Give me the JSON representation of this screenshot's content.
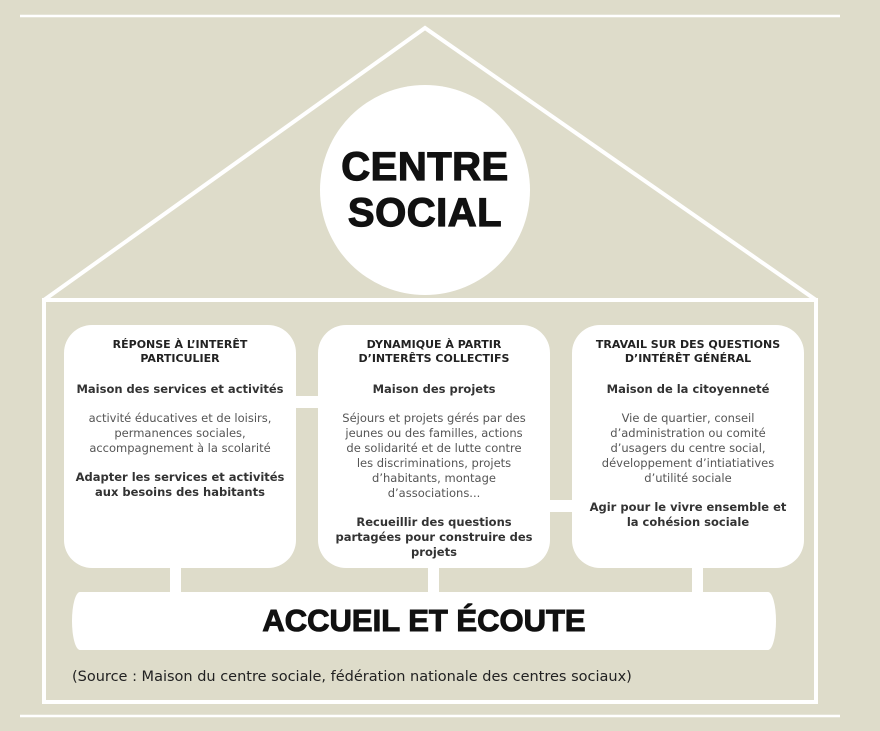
{
  "title": [
    "CENTRE",
    "SOCIAL"
  ],
  "boxes": [
    {
      "title": [
        "RÉPONSE À L’INTERÊT",
        "PARTICULIER"
      ],
      "subtitle": "Maison des services et activités",
      "description": "activité éducatives et de loisirs, permanences sociales, accompagnement à la scolarité",
      "goal": "Adapter les services et activités aux besoins des habitants"
    },
    {
      "title": [
        "DYNAMIQUE À PARTIR",
        "D’INTERÊTS COLLECTIFS"
      ],
      "subtitle": "Maison des projets",
      "description": "Séjours et projets gérés par des jeunes ou des familles, actions de solidarité et de lutte contre les discriminations, projets d’habitants, montage d’associations...",
      "goal": "Recueillir des questions partagées pour construire des projets"
    },
    {
      "title": [
        "TRAVAIL SUR DES QUESTIONS",
        "D’INTÉRÊT GÉNÉRAL"
      ],
      "subtitle": "Maison de la citoyenneté",
      "description": "Vie de quartier, conseil d’administration ou comité d’usagers du centre social, développement d’intiatiatives d’utilité sociale",
      "goal": "Agir pour le vivre ensemble et la cohésion sociale"
    }
  ],
  "foundation": "ACCUEIL ET ÉCOUTE",
  "source": "(Source : Maison du centre sociale, fédération nationale des centres sociaux)",
  "colors": {
    "background": "#dedcca",
    "foreground": "#ffffff",
    "text": "#111111"
  }
}
